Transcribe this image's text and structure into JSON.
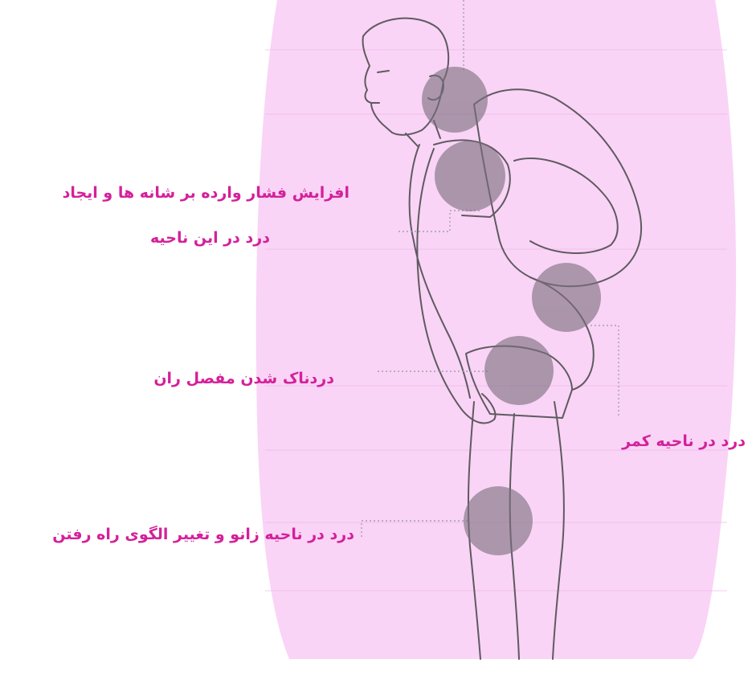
{
  "colors": {
    "accent": "#d4209a",
    "panel": "#f7c6f3",
    "hotspot": "#7b6f7e",
    "outline": "#5f5a60",
    "leader": "#a6a0a8"
  },
  "labels": {
    "shoulder_line1": "افزایش فشار وارده بر شانه ها و ایجاد",
    "shoulder_line2": "درد در این ناحیه",
    "hip": "دردناک شدن مفصل ران",
    "lower_back": "درد در ناحیه کمر",
    "knee": "درد در ناحیه زانو و تغییر الگوی راه رفتن"
  }
}
